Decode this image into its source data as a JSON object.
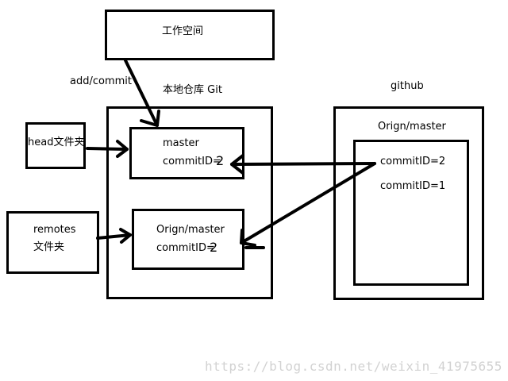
{
  "workspace": {
    "label": "工作空间"
  },
  "commit_arrow": {
    "label": "add/commit"
  },
  "local_repo": {
    "title": "本地仓库 Git",
    "master": {
      "name": "master",
      "commit_label": "commitID=",
      "commit_value": "2"
    },
    "origin_master": {
      "name": "Orign/master",
      "commit_label": "commitID=",
      "commit_value": "2"
    }
  },
  "head_folder": {
    "label": "head文件夹"
  },
  "remotes_folder": {
    "line1": "remotes",
    "line2": "文件夹"
  },
  "github": {
    "title": "github",
    "branch": "Orign/master",
    "commits": [
      "commitID=2",
      "commitID=1"
    ]
  },
  "watermark": "https://blog.csdn.net/weixin_41975655"
}
